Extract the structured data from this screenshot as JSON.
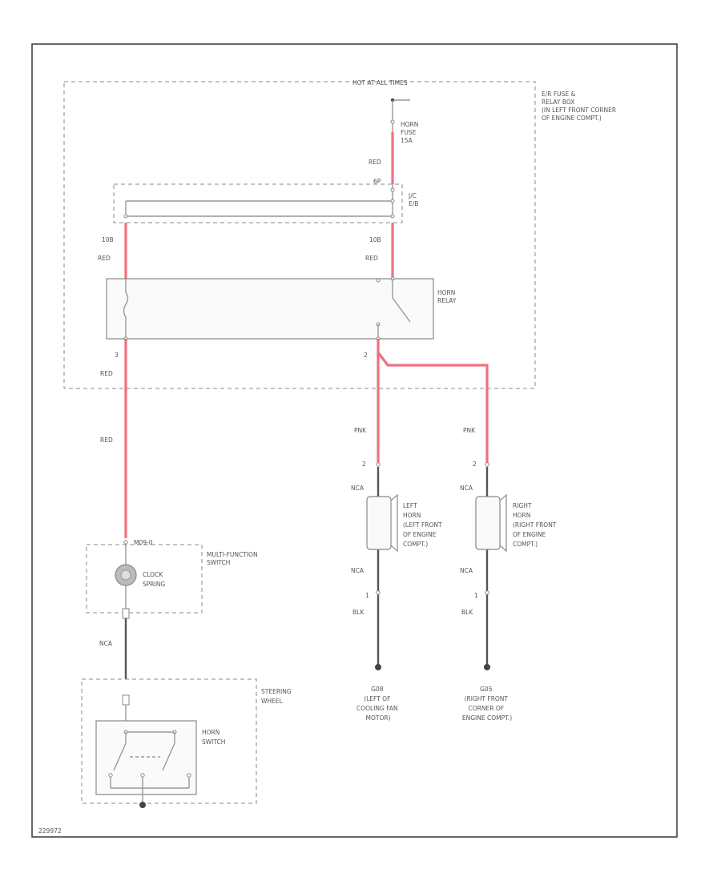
{
  "labels": {
    "hot_at_all_times": "HOT AT ALL TIMES",
    "fuse_box": [
      "E/R FUSE &",
      "RELAY BOX",
      "(IN LEFT FRONT CORNER",
      "OF ENGINE COMPT.)"
    ],
    "horn_fuse": [
      "HORN",
      "FUSE",
      "15A"
    ],
    "wire_red_top": "RED",
    "conn_6p": "6P",
    "conn_jb": [
      "J/C",
      "E/B"
    ],
    "wire_10b_left": "10B",
    "wire_red_left": "RED",
    "wire_10b_right": "10B",
    "wire_red_right": "RED",
    "horn_relay": [
      "HORN",
      "RELAY"
    ],
    "pin_3": "3",
    "pin_2": "2",
    "wire_red_mid": "RED",
    "wire_red_low": "RED",
    "wire_pnk_left": "PNK",
    "wire_pnk_right": "PNK",
    "pin_2_left_horn": "2",
    "pin_2_right_horn": "2",
    "wire_nca_lh_top": "NCA",
    "wire_nca_rh_top": "NCA",
    "left_horn": [
      "LEFT",
      "HORN",
      "(LEFT FRONT",
      "OF ENGINE",
      "COMPT.)"
    ],
    "right_horn": [
      "RIGHT",
      "HORN",
      "(RIGHT FRONT",
      "OF ENGINE",
      "COMPT.)"
    ],
    "wire_nca_lh_bot": "NCA",
    "wire_nca_rh_bot": "NCA",
    "pin_1_left": "1",
    "pin_1_right": "1",
    "wire_blk_left": "BLK",
    "wire_blk_right": "BLK",
    "ground_g08": [
      "G08",
      "(LEFT OF",
      "COOLING FAN",
      "MOTOR)"
    ],
    "ground_g05": [
      "G05",
      "(RIGHT FRONT",
      "CORNER OF",
      "ENGINE COMPT.)"
    ],
    "mfs_connector": "M09-0",
    "multifunction_switch": [
      "MULTI-FUNCTION",
      "SWITCH"
    ],
    "clock_spring": [
      "CLOCK",
      "SPRING"
    ],
    "wire_nca_sw": "NCA",
    "steering_wheel": [
      "STEERING",
      "WHEEL"
    ],
    "horn_switch": [
      "HORN",
      "SWITCH"
    ],
    "figure_id": "229972"
  },
  "colors": {
    "red_wire": "#f07080",
    "black_wire": "#555555",
    "frame": "#444444"
  }
}
